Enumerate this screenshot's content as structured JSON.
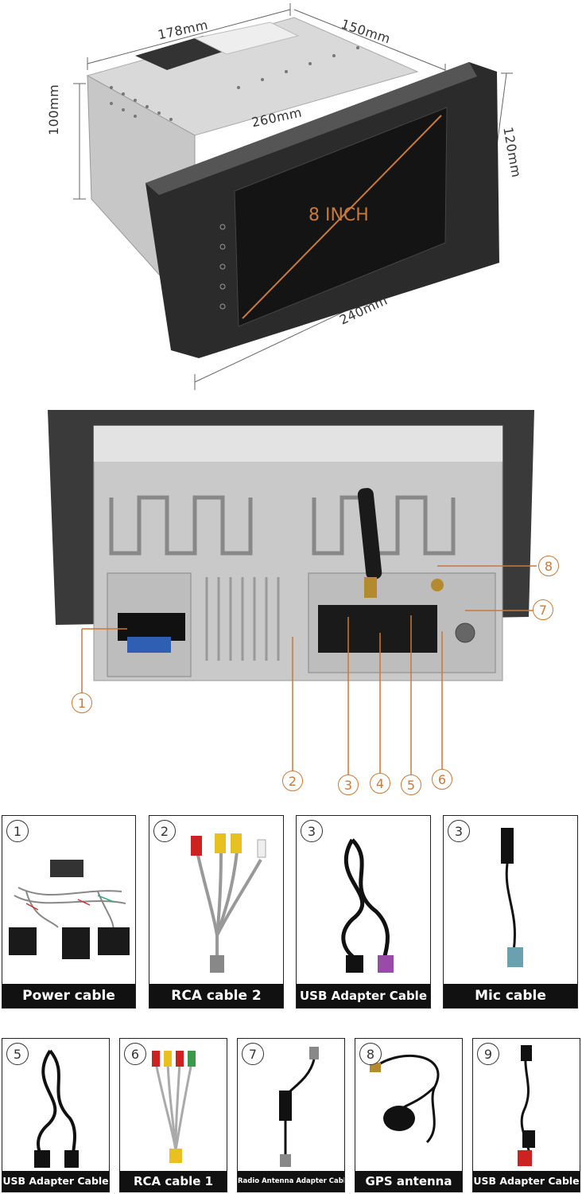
{
  "dimensions": {
    "top_depth": "178mm",
    "top_width": "150mm",
    "screen_width": "260mm",
    "left_height": "100mm",
    "right_height": "120mm",
    "bottom_width": "240mm",
    "screen_size": "8 INCH"
  },
  "rear_callouts": [
    "1",
    "2",
    "3",
    "4",
    "5",
    "6",
    "7",
    "8"
  ],
  "cables_row1": [
    {
      "num": "1",
      "label": "Power cable"
    },
    {
      "num": "2",
      "label": "RCA cable 2"
    },
    {
      "num": "3",
      "label": "USB Adapter Cable"
    },
    {
      "num": "3",
      "label": "Mic cable"
    }
  ],
  "cables_row2": [
    {
      "num": "5",
      "label": "USB Adapter Cable"
    },
    {
      "num": "6",
      "label": "RCA cable 1"
    },
    {
      "num": "7",
      "label": "Radio Antenna Adapter Cable"
    },
    {
      "num": "8",
      "label": "GPS antenna"
    },
    {
      "num": "9",
      "label": "USB Adapter Cable"
    }
  ],
  "colors": {
    "accent": "#c9793a",
    "label_bg": "#111111"
  }
}
